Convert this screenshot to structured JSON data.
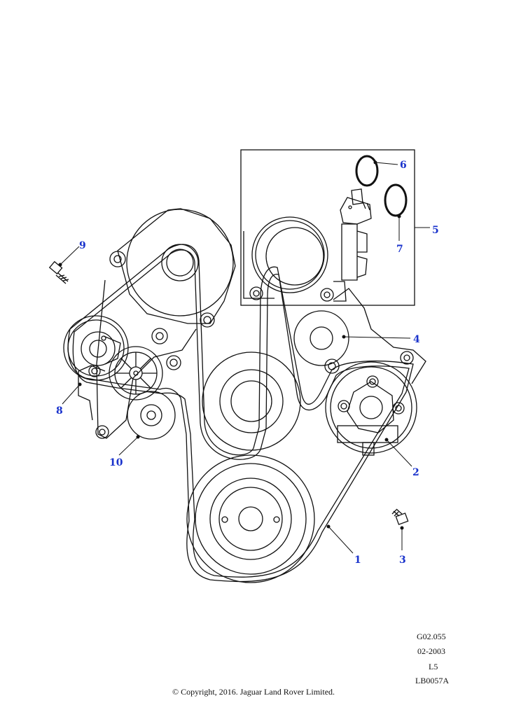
{
  "diagram": {
    "callouts": [
      {
        "id": "1",
        "label": "1"
      },
      {
        "id": "2",
        "label": "2"
      },
      {
        "id": "3",
        "label": "3"
      },
      {
        "id": "4",
        "label": "4"
      },
      {
        "id": "5",
        "label": "5"
      },
      {
        "id": "6",
        "label": "6"
      },
      {
        "id": "7",
        "label": "7"
      },
      {
        "id": "8",
        "label": "8"
      },
      {
        "id": "9",
        "label": "9"
      },
      {
        "id": "10",
        "label": "10"
      }
    ],
    "accent_color": "#1a33cc",
    "line_color": "#111111"
  },
  "info": {
    "code": "G02.055",
    "date": "02-2003",
    "level": "L5",
    "ref": "LB0057A"
  },
  "footer": {
    "copyright": "© Copyright, 2016. Jaguar Land Rover Limited."
  }
}
